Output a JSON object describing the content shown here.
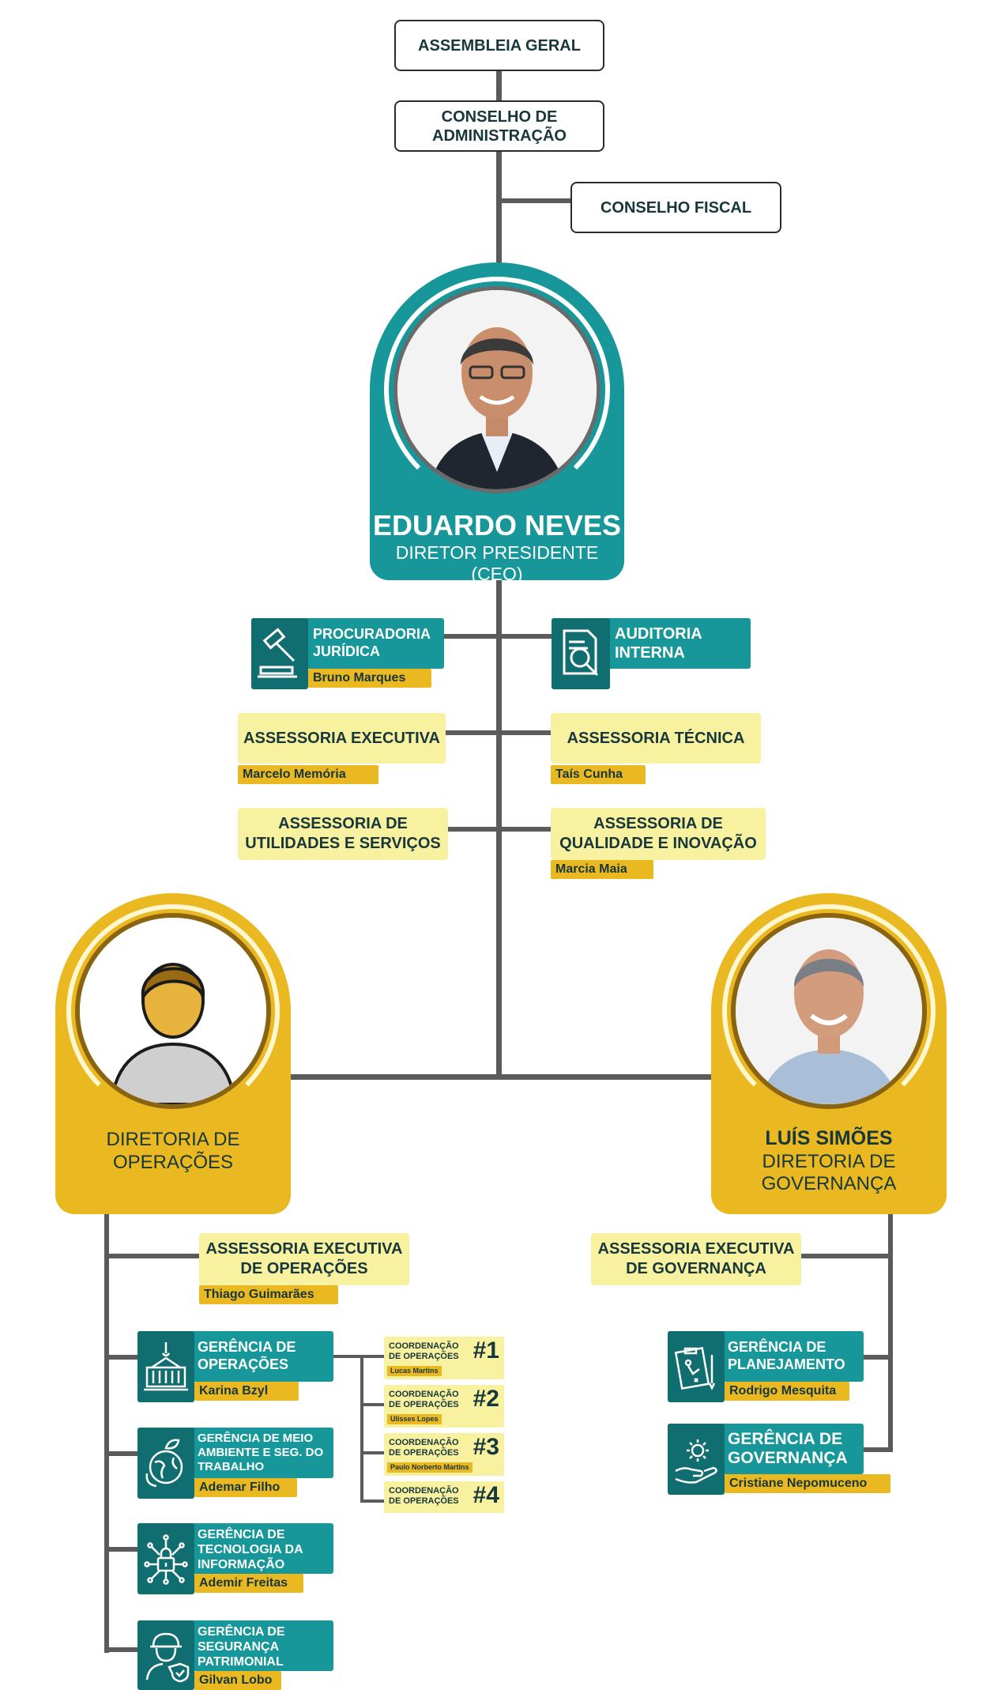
{
  "top": {
    "assembleia": "ASSEMBLEIA GERAL",
    "conselho_admin": "CONSELHO DE ADMINISTRAÇÃO",
    "conselho_fiscal": "CONSELHO FISCAL"
  },
  "ceo": {
    "name": "EDUARDO NEVES",
    "role": "DIRETOR PRESIDENTE (CEO)"
  },
  "ceo_staff": {
    "procuradoria": {
      "title": "PROCURADORIA JURÍDICA",
      "person": "Bruno Marques"
    },
    "auditoria": {
      "title": "AUDITORIA INTERNA"
    },
    "assessoria_executiva": {
      "title": "ASSESSORIA EXECUTIVA",
      "person": "Marcelo Memória"
    },
    "assessoria_tecnica": {
      "title": "ASSESSORIA TÉCNICA",
      "person": "Taís Cunha"
    },
    "assessoria_utilidades": {
      "title": "ASSESSORIA DE UTILIDADES E SERVIÇOS"
    },
    "assessoria_qualidade": {
      "title": "ASSESSORIA DE QUALIDADE E INOVAÇÃO",
      "person": "Marcia Maia"
    }
  },
  "dir_operacoes": {
    "title": "DIRETORIA DE OPERAÇÕES",
    "assessoria": {
      "title": "ASSESSORIA EXECUTIVA DE OPERAÇÕES",
      "person": "Thiago Guimarães"
    },
    "gerencias": [
      {
        "title": "GERÊNCIA DE OPERAÇÕES",
        "person": "Karina Bzyl",
        "icon": "container-crane-icon"
      },
      {
        "title": "GERÊNCIA DE MEIO AMBIENTE E SEG. DO TRABALHO",
        "person": "Ademar Filho",
        "icon": "eco-globe-icon"
      },
      {
        "title": "GERÊNCIA DE TECNOLOGIA DA INFORMAÇÃO",
        "person": "Ademir Freitas",
        "icon": "circuit-lock-icon"
      },
      {
        "title": "GERÊNCIA DE SEGURANÇA PATRIMONIAL",
        "person": "Gilvan Lobo",
        "icon": "security-guard-icon"
      }
    ],
    "coordenacoes": [
      {
        "label": "COORDENAÇÃO DE OPERAÇÕES",
        "num": "#1",
        "person": "Lucas Martins"
      },
      {
        "label": "COORDENAÇÃO DE OPERAÇÕES",
        "num": "#2",
        "person": "Ulisses Lopes"
      },
      {
        "label": "COORDENAÇÃO DE OPERAÇÕES",
        "num": "#3",
        "person": "Paulo Norberto Martins"
      },
      {
        "label": "COORDENAÇÃO DE OPERAÇÕES",
        "num": "#4",
        "person": ""
      }
    ]
  },
  "dir_governanca": {
    "name": "LUÍS SIMÕES",
    "title": "DIRETORIA DE GOVERNANÇA",
    "assessoria": {
      "title": "ASSESSORIA EXECUTIVA DE GOVERNANÇA"
    },
    "gerencias": [
      {
        "title": "GERÊNCIA DE PLANEJAMENTO",
        "person": "Rodrigo Mesquita",
        "icon": "planning-board-icon"
      },
      {
        "title": "GERÊNCIA DE GOVERNANÇA",
        "person": "Cristiane Nepomuceno",
        "icon": "gear-hand-icon"
      }
    ]
  },
  "colors": {
    "teal": "#17979a",
    "teal_dark": "#106e70",
    "gold": "#eab821",
    "pale_yellow": "#f8f1a0",
    "line": "#5b5b5b"
  }
}
